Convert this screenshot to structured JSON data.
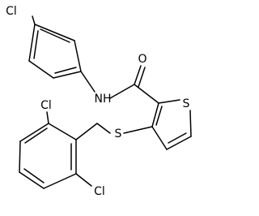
{
  "molecule": {
    "atoms": {
      "cl_top": "Cl",
      "oxygen": "O",
      "nh": "NH",
      "s_ring": "S",
      "s_thioether": "S",
      "cl_left": "Cl",
      "cl_bottom": "Cl"
    }
  }
}
